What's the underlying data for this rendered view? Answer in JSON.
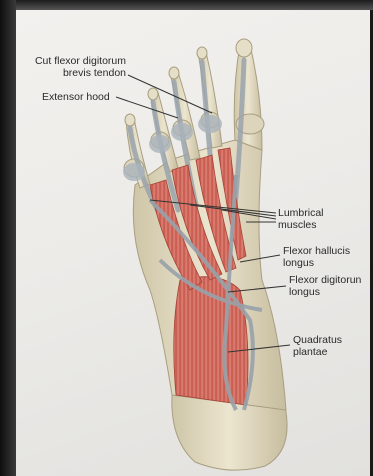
{
  "labels": {
    "cut_flexor": {
      "line1": "Cut flexor digitorum",
      "line2": "brevis tendon"
    },
    "extensor_hood": {
      "line1": "Extensor hood"
    },
    "lumbrical": {
      "line1": "Lumbrical",
      "line2": "muscles"
    },
    "flexor_hallucis": {
      "line1": "Flexor hallucis",
      "line2": "longus"
    },
    "flexor_digitorum": {
      "line1": "Flexor digitorun",
      "line2": "longus"
    },
    "quadratus": {
      "line1": "Quadratus",
      "line2": "plantae"
    }
  },
  "colors": {
    "muscle": "#d9776a",
    "muscle_dark": "#b8493f",
    "bone": "#e4dcc4",
    "bone_shade": "#c9bfa2",
    "tendon": "#9aa4ad",
    "leader": "#333333"
  }
}
